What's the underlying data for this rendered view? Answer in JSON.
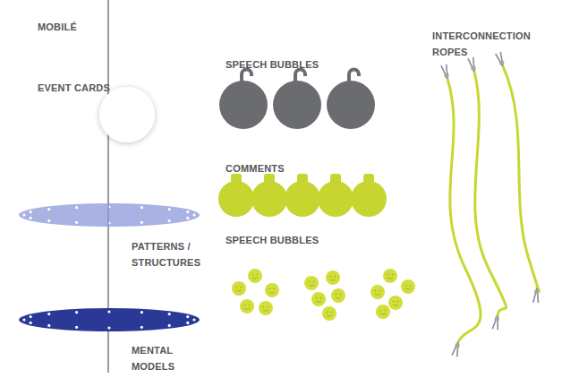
{
  "diagram": {
    "labels": [
      "MOBILÉ",
      "EVENT CARDS",
      "SPEECH BUBBLES",
      "INTERCONNECTION ROPES",
      "COMMENTS",
      "PATTERNS / STRUCTURES",
      "SPEECH BUBBLES",
      "MENTAL MODELS"
    ]
  }
}
